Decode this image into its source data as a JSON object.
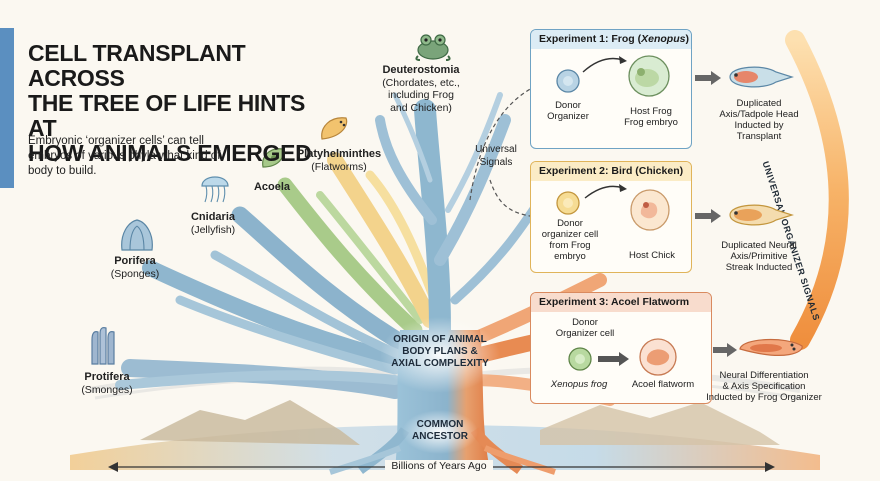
{
  "title": {
    "lines": [
      "CELL TRANSPLANT ACROSS",
      "THE TREE OF LIFE HINTS AT",
      "HOW ANIMALS EMERGED"
    ]
  },
  "subtitle": "Embryonic ‘organizer cells’ can tell embryos of various phyla what kind of body to build.",
  "taxa": [
    {
      "name": "Deuterostomia",
      "detail": "(Chordates, etc., including Frog and Chicken)"
    },
    {
      "name": "Platyhelminthes",
      "detail": "(Flatworms)"
    },
    {
      "name": "Acoela",
      "detail": ""
    },
    {
      "name": "Cnidaria",
      "detail": "(Jellyfish)"
    },
    {
      "name": "Porifera",
      "detail": "(Sponges)"
    },
    {
      "name": "Protifera",
      "detail": "(Smonges)"
    }
  ],
  "center": {
    "origin_lines": [
      "ORIGIN OF ANIMAL",
      "BODY PLANS &",
      "AXIAL COMPLEXITY"
    ],
    "ancestor_lines": [
      "COMMON",
      "ANCESTOR"
    ]
  },
  "universal_signals_lines": [
    "Universal",
    "Signals"
  ],
  "side_banner": "UNIVERSAL ORGANIZER SIGNALS",
  "experiments": [
    {
      "title_prefix": "Experiment 1: Frog (",
      "title_italic": "Xenopus",
      "title_suffix": ")",
      "donor_lines": [
        "Donor",
        "Organizer"
      ],
      "host_lines": [
        "Host Frog",
        "Frog embryo"
      ],
      "result_lines": [
        "Duplicated",
        "Axis/Tadpole Head",
        "Inducted by",
        "Transplant"
      ]
    },
    {
      "title": "Experiment 2: Bird (Chicken)",
      "donor_lines": [
        "Donor",
        "organizer cell",
        "from Frog",
        "embryo"
      ],
      "host_lines": [
        "Host Chick"
      ],
      "result_lines": [
        "Duplicated Neural",
        "Axis/Primitive",
        "Streak Inducted"
      ]
    },
    {
      "title": "Experiment 3: Acoel Flatworm",
      "donor_lines": [
        "Donor",
        "Organizer cell"
      ],
      "source_label": "Xenopus frog",
      "host_lines": [
        "Acoel flatworm"
      ],
      "result_lines": [
        "Neural Differentiation",
        "& Axis Specification",
        "Inducted by Frog Organizer"
      ]
    }
  ],
  "axis": {
    "label": "Billions of Years Ago"
  },
  "colors": {
    "accent_bar": "#5b8fc0",
    "exp1": "#dcecf5",
    "exp1_border": "#6fa3c4",
    "exp2": "#fbecc6",
    "exp2_border": "#e0b45a",
    "exp3": "#f8dccd",
    "exp3_border": "#d98a5f",
    "trunk": "#8fb7cf",
    "trunk_orange": "#e8925a"
  },
  "icons": [
    "frog-icon",
    "flatworm-icon",
    "acoel-icon",
    "jellyfish-icon",
    "sponge-icon",
    "protifera-icon",
    "embryo-icon",
    "arrow-icon"
  ]
}
